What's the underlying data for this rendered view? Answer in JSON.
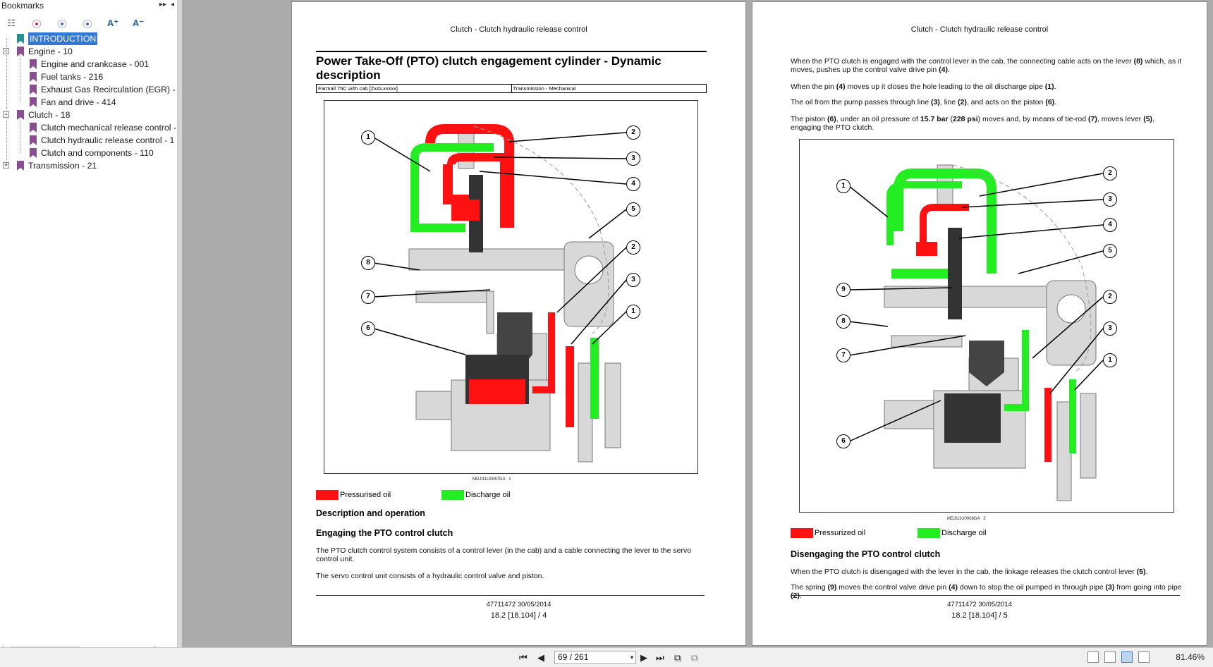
{
  "sidebar": {
    "title": "Bookmarks",
    "controls": [
      "▸▸",
      "◂"
    ],
    "toolbar_icons": [
      "expand-all-icon",
      "bookmark-add-icon",
      "bookmark-find-icon",
      "bookmark-search-icon",
      "font-increase-icon",
      "font-decrease-icon"
    ],
    "toolbar_glyphs": [
      "☷",
      "⦿",
      "⦿",
      "⦿",
      "A⁺",
      "A⁻"
    ],
    "items": [
      {
        "label": "INTRODUCTION",
        "level": 0,
        "selected": true,
        "color": "#2a8f8f"
      },
      {
        "label": "Engine - 10",
        "level": 0,
        "expander": "−"
      },
      {
        "label": "Engine and crankcase - 001",
        "level": 1
      },
      {
        "label": "Fuel tanks - 216",
        "level": 1
      },
      {
        "label": "Exhaust Gas Recirculation (EGR) - I",
        "level": 1
      },
      {
        "label": "Fan and drive - 414",
        "level": 1
      },
      {
        "label": "Clutch - 18",
        "level": 0,
        "expander": "−"
      },
      {
        "label": "Clutch mechanical release control -",
        "level": 1
      },
      {
        "label": "Clutch hydraulic release control - 1",
        "level": 1
      },
      {
        "label": "Clutch and components - 110",
        "level": 1
      },
      {
        "label": "Transmission - 21",
        "level": 0,
        "expander": "+"
      }
    ],
    "scroll_left": "‹",
    "scroll_right": "›"
  },
  "page1": {
    "header": "Clutch - Clutch hydraulic release control",
    "title": "Power Take-Off (PTO) clutch engagement cylinder - Dynamic description",
    "meta_left": "Farmall 75C with cab [ZxALxxxxx]",
    "meta_right": "Transmission - Mechanical",
    "figure_code": "MDJI11U0067GA",
    "figure_num": "1",
    "legend_pressurised": "Pressurised oil",
    "legend_discharge": "Discharge oil",
    "heading_description": "Description and operation",
    "heading_engaging": "Engaging the PTO control clutch",
    "para1": "The PTO clutch control system consists of a control lever (in the cab) and a cable connecting the lever to the servo control unit.",
    "para2": "The servo control unit consists of a hydraulic control valve and piston.",
    "footer_doc": "47711472 30/05/2014",
    "footer_page": "18.2 [18.104] / 4"
  },
  "page2": {
    "header": "Clutch - Clutch hydraulic release control",
    "para1": "When the PTO clutch is engaged with the control lever in the cab, the connecting cable acts on the lever (8) which, as it moves, pushes up the control valve drive pin (4).",
    "para2": "When the pin (4) moves up it closes the hole leading to the oil discharge pipe (1).",
    "para3": "The oil from the pump passes through line (3), line (2), and acts on the piston (6).",
    "para4": "The piston (6), under an oil pressure of 15.7 bar (228 psi) moves and, by means of tie-rod (7), moves lever (5), engaging the PTO clutch.",
    "figure_code": "MDJI11U0068GA",
    "figure_num": "2",
    "legend_pressurised": "Pressurized oil",
    "legend_discharge": "Discharge oil",
    "heading_disengaging": "Disengaging the PTO control clutch",
    "para5": "When the PTO clutch is disengaged with the lever in the cab, the linkage releases the clutch control lever (5).",
    "para6": "The spring (9) moves the control valve drive pin (4) down to stop the oil pumped in through pipe (3) from going into pipe (2).",
    "footer_doc": "47711472 30/05/2014",
    "footer_page": "18.2 [18.104] / 5"
  },
  "figure1_callouts": [
    "1",
    "2",
    "3",
    "4",
    "5",
    "8",
    "2",
    "7",
    "3",
    "1",
    "6"
  ],
  "figure2_callouts": [
    "2",
    "1",
    "3",
    "4",
    "5",
    "9",
    "8",
    "2",
    "3",
    "7",
    "1",
    "6"
  ],
  "colors": {
    "pressurised": "#ff1111",
    "discharge": "#22ee22",
    "selection": "#3478d6"
  },
  "bottombar": {
    "first": "⏮",
    "prev": "◀",
    "next": "▶",
    "last": "⏭",
    "page_value": "69 / 261",
    "dropdown": "▾",
    "zoom": "81.46%",
    "view_icons": [
      "single-page-icon",
      "continuous-icon",
      "facing-icon",
      "facing-continuous-icon"
    ]
  }
}
